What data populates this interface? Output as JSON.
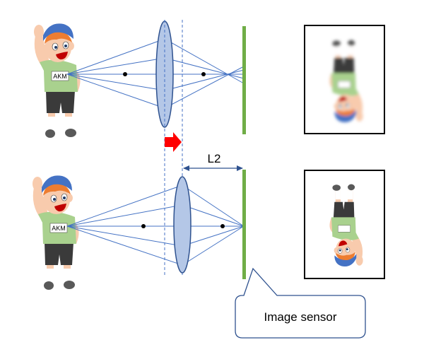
{
  "figure": {
    "badge_text": "AKM",
    "distance_label": "L2",
    "callout_text": "Image sensor"
  },
  "colors": {
    "ray": "#4472c4",
    "lens_fill": "#b4c7e7",
    "lens_stroke": "#2f528f",
    "sensor": "#70ad47",
    "move_arrow": "#ff0000",
    "shirt": "#a9d18e",
    "cap": "#4472c4"
  },
  "icons": {
    "move_arrow": "right-arrow",
    "person": "waving-boy"
  }
}
